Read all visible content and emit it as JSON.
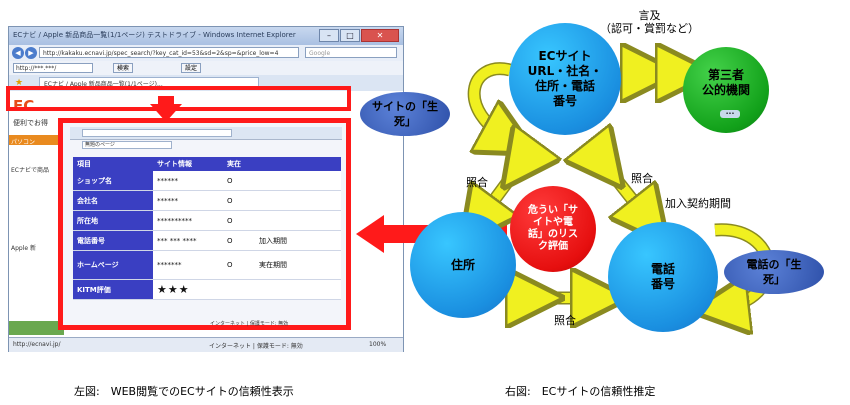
{
  "browser": {
    "title": "ECナビ / Apple 新品商品一覧(1/1ページ) テストドライブ - Windows Internet Explorer",
    "url": "http://kakaku.ecnavi.jp/spec_search/?key_cat_id=53&sd=2&sp=&price_low=4",
    "search_placeholder": "Google",
    "address_field": "http://***.***/",
    "search_button": "検索",
    "settings_button": "設定",
    "tab_title": "ECナビ / Apple 新品商品一覧(1/1ページ)...",
    "logo": "EC",
    "logo_sub": "便利でお得",
    "left_items": [
      "パソコン",
      "ECナビで商品",
      "Apple 新"
    ],
    "status_url": "http://ecnavi.jp/",
    "status_zone": "インターネット | 保護モード: 無効",
    "zoom": "100%"
  },
  "inner": {
    "tab_title": "無題のページ",
    "status": "インターネット | 保護モード: 無効"
  },
  "table": {
    "headers": [
      "項目",
      "サイト情報",
      "実在",
      ""
    ],
    "rows": [
      {
        "item": "ショップ名",
        "info": "******",
        "exists": "O",
        "note": ""
      },
      {
        "item": "会社名",
        "info": "******",
        "exists": "O",
        "note": ""
      },
      {
        "item": "所在地",
        "info": "**********",
        "exists": "O",
        "note": ""
      },
      {
        "item": "電話番号",
        "info": "*** *** ****",
        "exists": "O",
        "note": "加入期間"
      },
      {
        "item": "ホームページ",
        "info": "*******",
        "exists": "O",
        "note": "実在期間"
      },
      {
        "item": "KITM評価",
        "info": "★★★",
        "exists": "",
        "note": ""
      }
    ]
  },
  "diagram": {
    "ec_site": "ECサイト\nURL・社名・\n住所・電話\n番号",
    "third_party": "第三者\n公的機関",
    "third_party_badge": "•••",
    "center": "危うい「サ\nイトや電\n話」のリス\nク評価",
    "address": "住所",
    "phone": "電話\n番号",
    "site_life": "サイトの「生\n死」",
    "phone_life": "電話の「生\n死」",
    "mention": "言及\n（認可・賞罰など）",
    "match_left": "照合",
    "match_right": "照合",
    "match_bottom": "照合",
    "contract_period": "加入契約期間"
  },
  "captions": {
    "left": "左図:　WEB閲覧でのECサイトの信頼性表示",
    "right": "右図:　ECサイトの信頼性推定"
  },
  "colors": {
    "highlight_red": "#ff1a1a",
    "table_blue": "#3a3fc2",
    "circle_blue": "#1a8fe0",
    "arrow_yellow": "#f0f020",
    "green": "#12a11a"
  }
}
